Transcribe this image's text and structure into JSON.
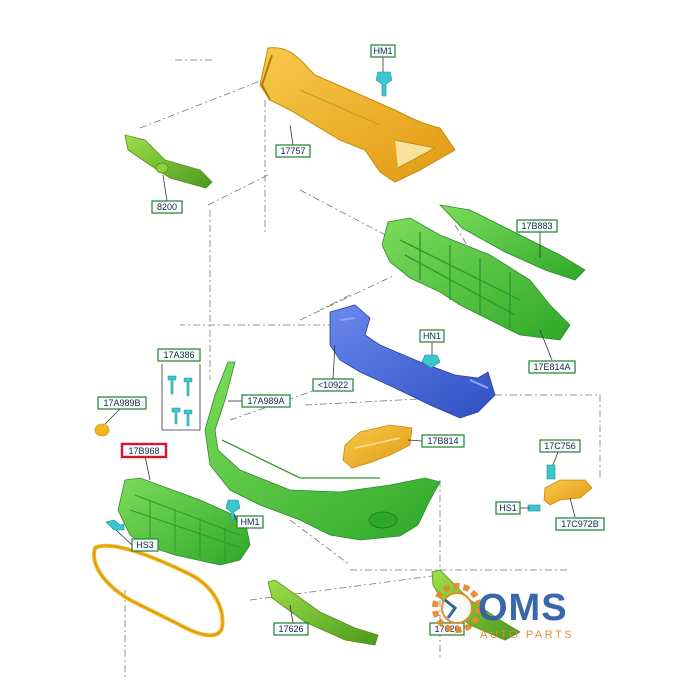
{
  "parts": {
    "hm1_top": "HM1",
    "p17757": "17757",
    "p8200": "8200",
    "p17b883": "17B883",
    "p17e814a": "17E814A",
    "hn1": "HN1",
    "p10922": "<10922",
    "p17a386": "17A386",
    "p17a989b": "17A989B",
    "p17a989a": "17A989A",
    "p17b968": "17B968",
    "p17b814": "17B814",
    "p17c756": "17C756",
    "hs1": "HS1",
    "p17c972b": "17C972B",
    "hm1_bottom": "HM1",
    "hs3": "HS3",
    "p17626": "17626",
    "p17626b": "17626"
  },
  "logo": {
    "name": "OMS",
    "tagline": "AUTO PARTS"
  },
  "colors": {
    "yellow_part": "#f2b51e",
    "green_part": "#4cc23a",
    "blue_part": "#4466d6",
    "cyan_fastener": "#3cc7cf",
    "label_border": "#2e8a3e",
    "highlight_border": "#d9162a",
    "logo_blue": "#2f5fa8",
    "logo_orange": "#e58a2a"
  }
}
